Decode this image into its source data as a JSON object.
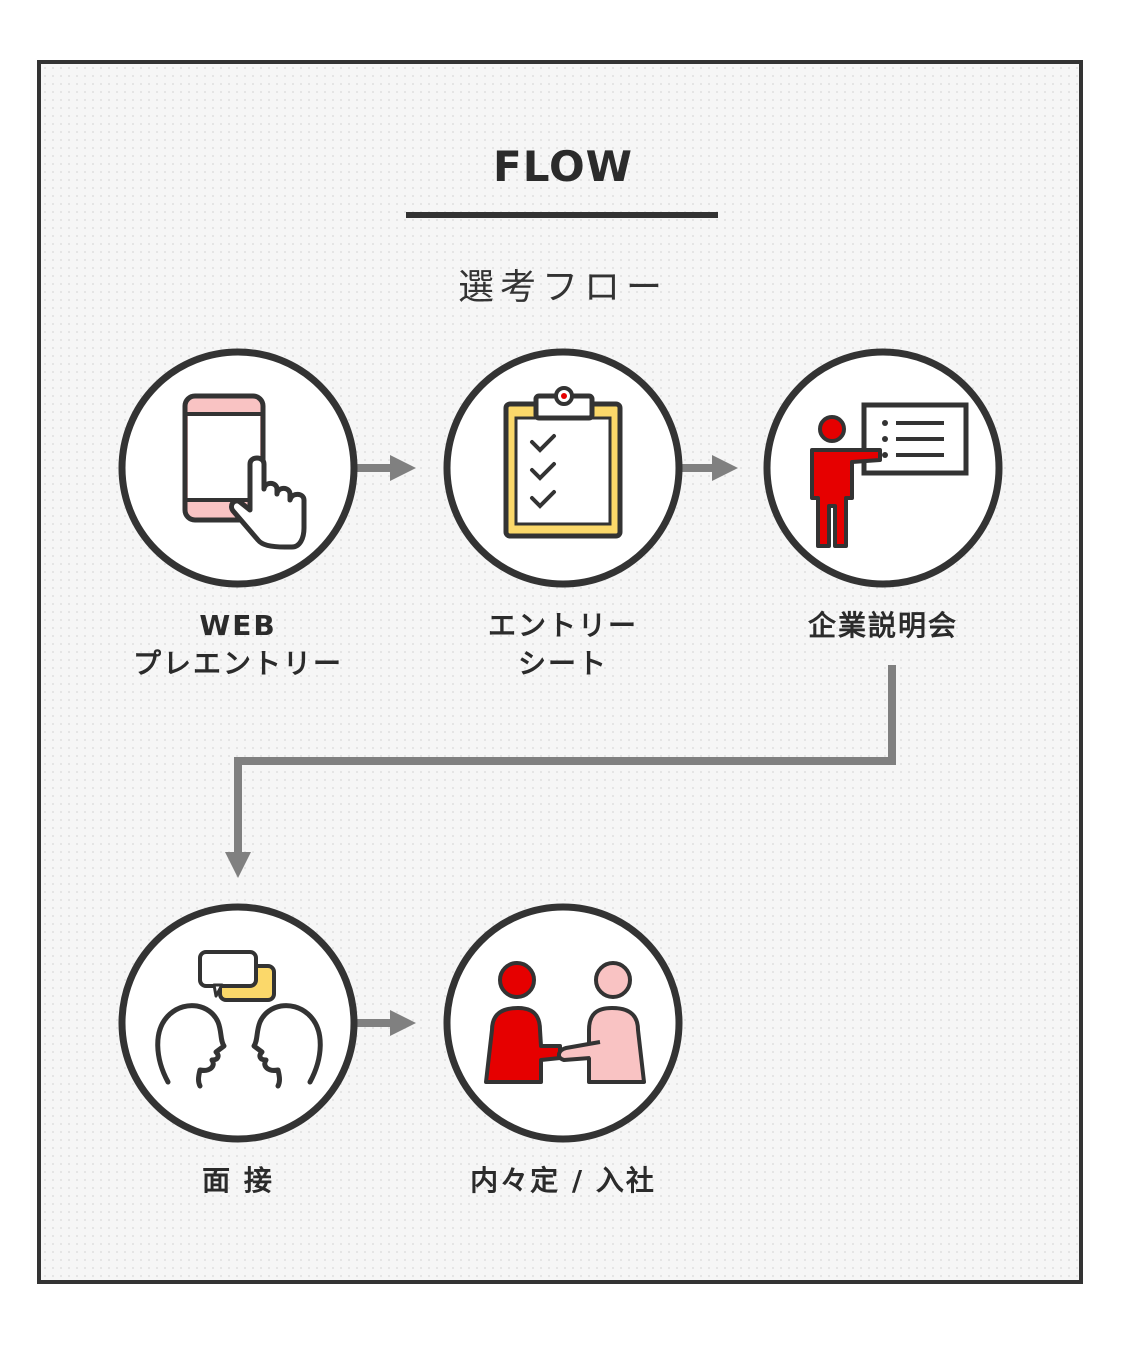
{
  "header": {
    "title": "FLOW",
    "subtitle": "選考フロー"
  },
  "steps": [
    {
      "lines": [
        "WEB",
        "プレエントリー"
      ],
      "icon": "smartphone-tap-icon"
    },
    {
      "lines": [
        "エントリー",
        "シート"
      ],
      "icon": "clipboard-checklist-icon"
    },
    {
      "lines": [
        "企業説明会"
      ],
      "icon": "presenter-whiteboard-icon"
    },
    {
      "lines": [
        "面 接"
      ],
      "icon": "interview-faces-icon"
    },
    {
      "lines": [
        "内々定 / 入社"
      ],
      "icon": "handshake-icon"
    }
  ],
  "colors": {
    "accent_red": "#e60000",
    "accent_pink": "#f9c3c3",
    "accent_yellow": "#fbd86a",
    "outline": "#333333",
    "arrow": "#808080"
  }
}
